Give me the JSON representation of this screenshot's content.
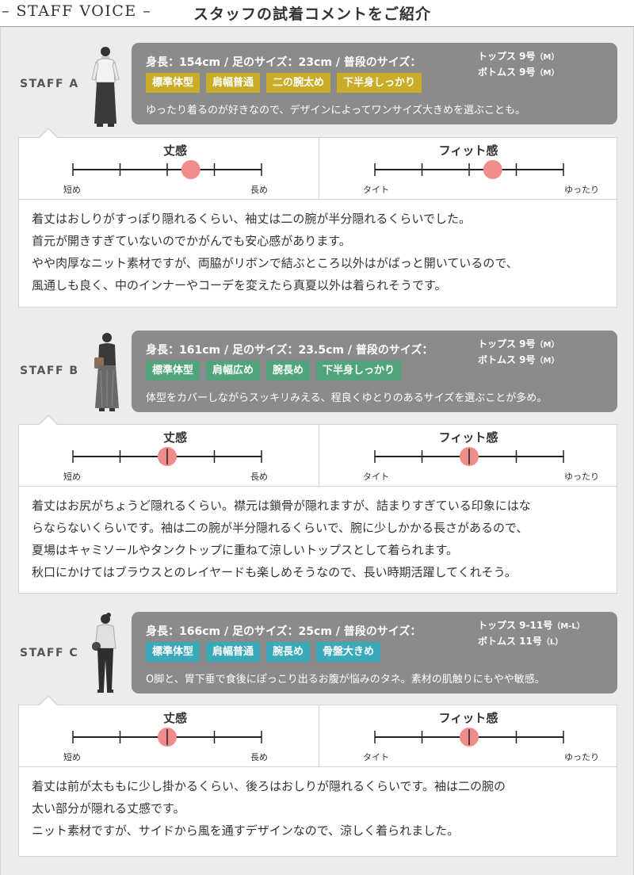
{
  "header": {
    "title_en": "– STAFF VOICE –",
    "title_ja": "スタッフの試着コメントをご紹介"
  },
  "staff": [
    {
      "label": "STAFF A",
      "measurements": "身長：154cm / 足のサイズ：23cm / 普段のサイズ：",
      "usual_tops": "トップス 9号",
      "usual_tops_size": "（M）",
      "usual_bottoms": "ボトムス 9号",
      "usual_bottoms_size": "（M）",
      "tags": [
        "標準体型",
        "肩幅普通",
        "二の腕太め",
        "下半身しっかり"
      ],
      "comment": "ゆったり着るのが好きなので、デザインによってワンサイズ大きめを選ぶことも。",
      "length": {
        "title": "丈感",
        "min_label": "短め",
        "max_label": "長め",
        "level": 0.625
      },
      "fit": {
        "title": "フィット感",
        "min_label": "タイト",
        "max_label": "ゆったり",
        "level": 0.625
      },
      "review": [
        "着丈はおしりがすっぽり隠れるくらい、袖丈は二の腕が半分隠れるくらいでした。",
        "首元が開きすぎていないのでかがんでも安心感があります。",
        "やや肉厚なニット素材ですが、両脇がリボンで結ぶところ以外はがばっと開いているので、",
        "風通しも良く、中のインナーやコーデを変えたら真夏以外は着られそうです。"
      ]
    },
    {
      "label": "STAFF B",
      "measurements": "身長：161cm / 足のサイズ：23.5cm / 普段のサイズ：",
      "usual_tops": "トップス 9号",
      "usual_tops_size": "（M）",
      "usual_bottoms": "ボトムス 9号",
      "usual_bottoms_size": "（M）",
      "tags": [
        "標準体型",
        "肩幅広め",
        "腕長め",
        "下半身しっかり"
      ],
      "comment": "体型をカバーしながらスッキリみえる、程良くゆとりのあるサイズを選ぶことが多め。",
      "length": {
        "title": "丈感",
        "min_label": "短め",
        "max_label": "長め",
        "level": 0.5
      },
      "fit": {
        "title": "フィット感",
        "min_label": "タイト",
        "max_label": "ゆったり",
        "level": 0.5
      },
      "review": [
        "着丈はお尻がちょうど隠れるくらい。襟元は鎖骨が隠れますが、詰まりすぎている印象にはな",
        "らならないくらいです。袖は二の腕が半分隠れるくらいで、腕に少しかかる長さがあるので、",
        "夏場はキャミソールやタンクトップに重ねて涼しいトップスとして着られます。",
        "秋口にかけてはブラウスとのレイヤードも楽しめそうなので、長い時期活躍してくれそう。"
      ]
    },
    {
      "label": "STAFF C",
      "measurements": "身長：166cm / 足のサイズ：25cm / 普段のサイズ：",
      "usual_tops": "トップス 9-11号",
      "usual_tops_size": "（M-L）",
      "usual_bottoms": "ボトムス 11号",
      "usual_bottoms_size": "（L）",
      "tags": [
        "標準体型",
        "肩幅普通",
        "腕長め",
        "骨盤大きめ"
      ],
      "comment": "O脚と、胃下垂で食後にぽっこり出るお腹が悩みのタネ。素材の肌触りにもやや敏感。",
      "length": {
        "title": "丈感",
        "min_label": "短め",
        "max_label": "長め",
        "level": 0.5
      },
      "fit": {
        "title": "フィット感",
        "min_label": "タイト",
        "max_label": "ゆったり",
        "level": 0.5
      },
      "review": [
        "着丈は前が太ももに少し掛かるくらい、後ろはおしりが隠れるくらいです。袖は二の腕の",
        "太い部分が隠れる丈感です。",
        "ニット素材ですが、サイドから風を通すデザインなので、涼しく着られました。"
      ]
    }
  ],
  "colors": {
    "info_bg": "#8b8b8b",
    "tag_a": "#c9ac28",
    "tag_b": "#4fa47b",
    "tag_c": "#3aaabb",
    "marker": "#f08c8c"
  },
  "icons": {
    "staff_photo": "person-silhouette-icon"
  }
}
